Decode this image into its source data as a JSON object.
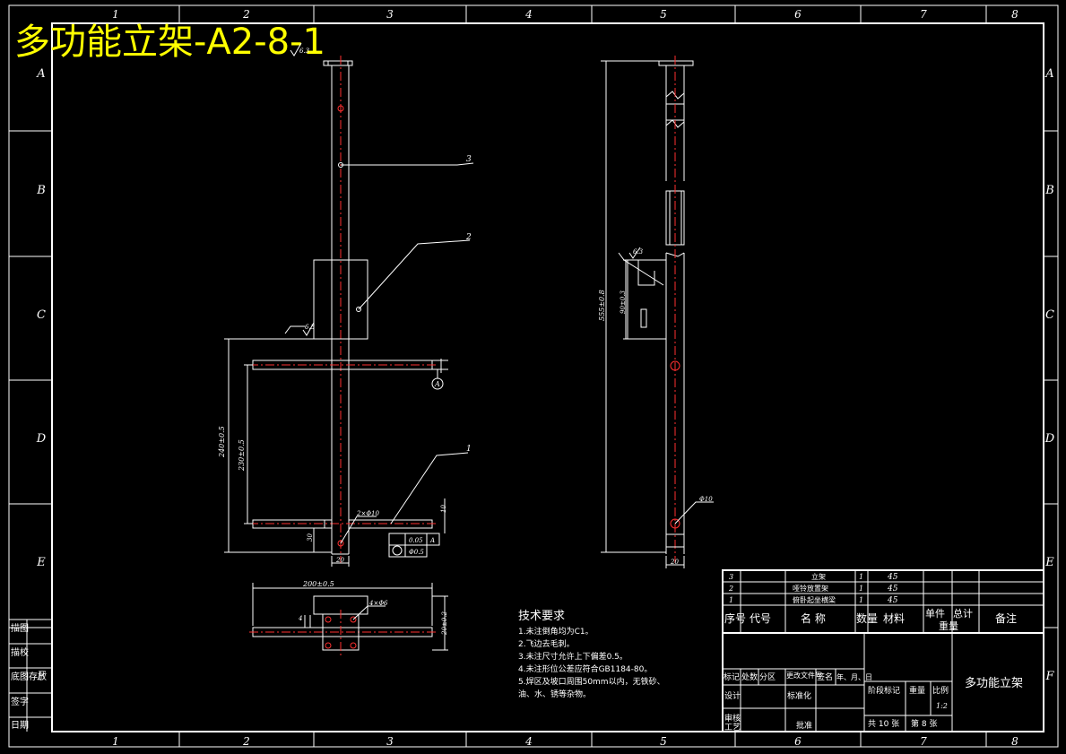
{
  "title": "多功能立架-A2-8-1",
  "colors": {
    "background": "#000000",
    "linework": "#ffffff",
    "centerline": "#ff3030",
    "title": "#ffff00"
  },
  "frame": {
    "columns": [
      "1",
      "2",
      "3",
      "4",
      "5",
      "6",
      "7",
      "8"
    ],
    "rows": [
      "A",
      "B",
      "C",
      "D",
      "E",
      "F"
    ]
  },
  "left_strip": [
    "描图",
    "描校",
    "底图存放",
    "签字",
    "日期"
  ],
  "view1": {
    "roughness": "6.3",
    "roughness_2": "6.3",
    "callouts": [
      "3",
      "2",
      "1"
    ],
    "datum": "A",
    "dims": {
      "overall_height": "240±0.5",
      "arm_spacing": "230±0.5",
      "arm_thick": "10",
      "bottom_offset": "30",
      "post_width": "20",
      "holes": "2×Φ10"
    },
    "tolerance": {
      "sym": "0.05",
      "ref": "A",
      "cyl": "Φ0.5"
    }
  },
  "view2": {
    "roughness": "6.3",
    "dims": {
      "height": "555±0.8",
      "slot": "90±0.3",
      "hole": "Φ10",
      "width": "20"
    }
  },
  "view3": {
    "dims": {
      "length": "200±0.5",
      "depth": "20±0.2",
      "holes": "4×Φ6",
      "gap": "4"
    }
  },
  "tech": {
    "heading": "技术要求",
    "items": [
      "1.未注倒角均为C1。",
      "2.飞边去毛刺。",
      "3.未注尺寸允许上下偏差0.5。",
      "4.未注形位公差应符合GB1184-80。",
      "5.焊区及坡口周围50mm以内，无铁砂、",
      "油、水、锈等杂物。"
    ]
  },
  "bom": {
    "rows": [
      {
        "no": "3",
        "name": "立架",
        "qty": "1",
        "mat": "45"
      },
      {
        "no": "2",
        "name": "哑铃放置架",
        "qty": "1",
        "mat": "45"
      },
      {
        "no": "1",
        "name": "俯卧起坐横梁",
        "qty": "1",
        "mat": "45"
      }
    ],
    "header": {
      "no": "序号",
      "code": "代号",
      "name": "名 称",
      "qty": "数量",
      "mat": "材料",
      "unit_w": "单件",
      "total_w": "总计",
      "weight": "重量",
      "remark": "备注"
    }
  },
  "titleblock": {
    "part_name": "多功能立架",
    "mark": "标记",
    "count": "处数",
    "zone": "分区",
    "change_doc": "更改文件号",
    "sign": "签名",
    "date": "年、月、日",
    "design": "设计",
    "standard": "标准化",
    "review": "审核",
    "process": "工艺",
    "approve": "批准",
    "stage": "阶段标记",
    "weight": "重量",
    "scale": "比例",
    "scale_val": "1:2",
    "total_sheets": "共 10 张",
    "sheet_no": "第 8 张"
  }
}
